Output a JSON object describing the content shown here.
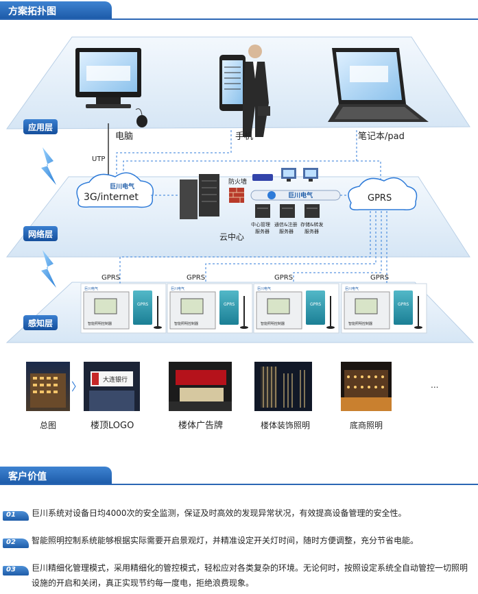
{
  "sections": {
    "topology_title": "方案拓扑图",
    "value_title": "客户价值"
  },
  "layers": {
    "application": "应用层",
    "network": "网络层",
    "perception": "感知层"
  },
  "devices": {
    "pc": "电脑",
    "phone": "手机",
    "laptop": "笔记本/pad",
    "utp": "UTP",
    "internet": "3G/internet",
    "brand": "巨川电气",
    "firewall": "防火墙",
    "cloud_center": "云中心",
    "gprs_cloud": "GPRS",
    "servers": [
      [
        "中心管理",
        "服务器"
      ],
      [
        "通信&注册",
        "服务器"
      ],
      [
        "存储&转发",
        "服务器"
      ]
    ],
    "field_gprs": [
      "GPRS",
      "GPRS",
      "GPRS",
      "GPRS"
    ],
    "controller_brand": "巨川电气",
    "controller_label": "智能照明控制器",
    "module_label": "GPRS"
  },
  "photos": [
    "总图",
    "楼顶LOGO",
    "楼体广告牌",
    "楼体装饰照明",
    "底商照明"
  ],
  "photo_arrow": "〉",
  "ellipsis": "...",
  "sign_text": "大连银行",
  "values": [
    {
      "num": "01",
      "text": "巨川系统对设备日均4000次的安全监测，保证及时高效的发现异常状况，有效提高设备管理的安全性。"
    },
    {
      "num": "02",
      "text": "智能照明控制系统能够根据实际需要开启景观灯，并精准设定开关灯时间，随时方便调整，充分节省电能。"
    },
    {
      "num": "03",
      "text": "巨川精细化管理模式，采用精细化的管控模式，轻松应对各类复杂的环境。无论何时，按照设定系统全自动管控一切照明设施的开启和关闭，真正实现节约每一度电，拒绝浪费现象。"
    }
  ]
}
